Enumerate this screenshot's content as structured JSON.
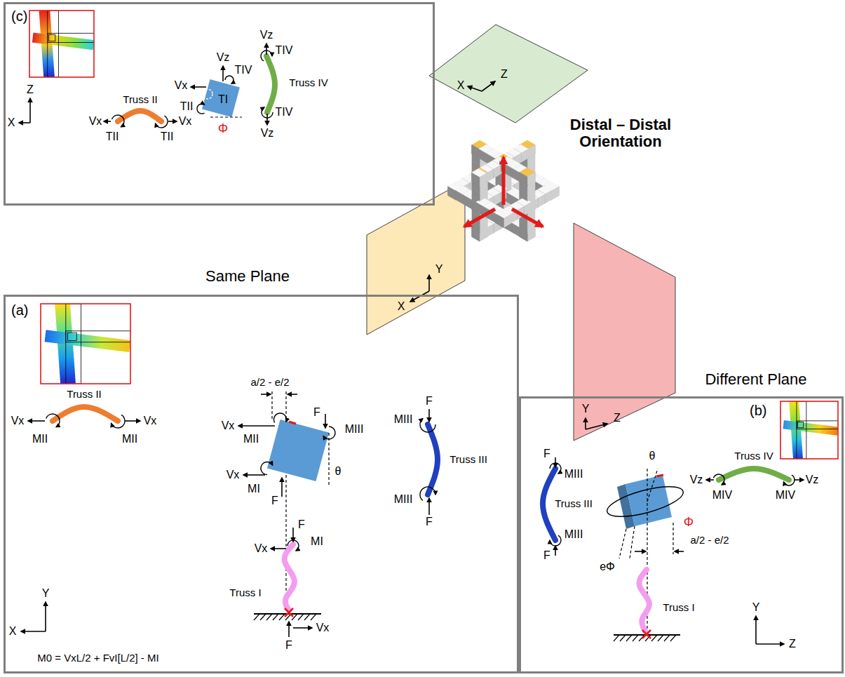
{
  "diagram": {
    "nodes": [
      {
        "text": [
          "(c)"
        ]
      },
      {
        "text": [
          "Same Plane",
          "(a)"
        ]
      },
      {
        "text": [
          "Different Plane",
          "(b)"
        ]
      }
    ],
    "labels": [
      "Z",
      "X",
      "Truss II",
      "Vx",
      "TII",
      "Vx",
      "TII",
      "Vz",
      "TIV",
      "Vx",
      "TI",
      "TII",
      "Φ",
      "Vz",
      "TIV",
      "Truss IV",
      "TIV",
      "Vz",
      "X",
      "Z",
      "Distal – Distal Orientation",
      "X",
      "Y",
      "Y",
      "Z",
      "Truss II",
      "Vx",
      "MII",
      "MII",
      "Vx",
      "a/2 - e/2",
      "Vx",
      "MII",
      "F",
      "MIII",
      "θ",
      "Vx",
      "MI",
      "F",
      "F",
      "MIII",
      "Truss III",
      "MIII",
      "F",
      "MI",
      "F",
      "Vx",
      "Truss I",
      "F",
      "Vx",
      "M0 = VxL/2 + FvI[L/2] - MI",
      "Y",
      "X",
      "F",
      "MIII",
      "Truss III",
      "MIII",
      "F",
      "θ",
      "Φ",
      "a/2 - e/2",
      "eΦ",
      "Truss IV",
      "Vz",
      "MIV",
      "MIV",
      "Vz",
      "Truss I",
      "Y",
      "Z"
    ]
  }
}
